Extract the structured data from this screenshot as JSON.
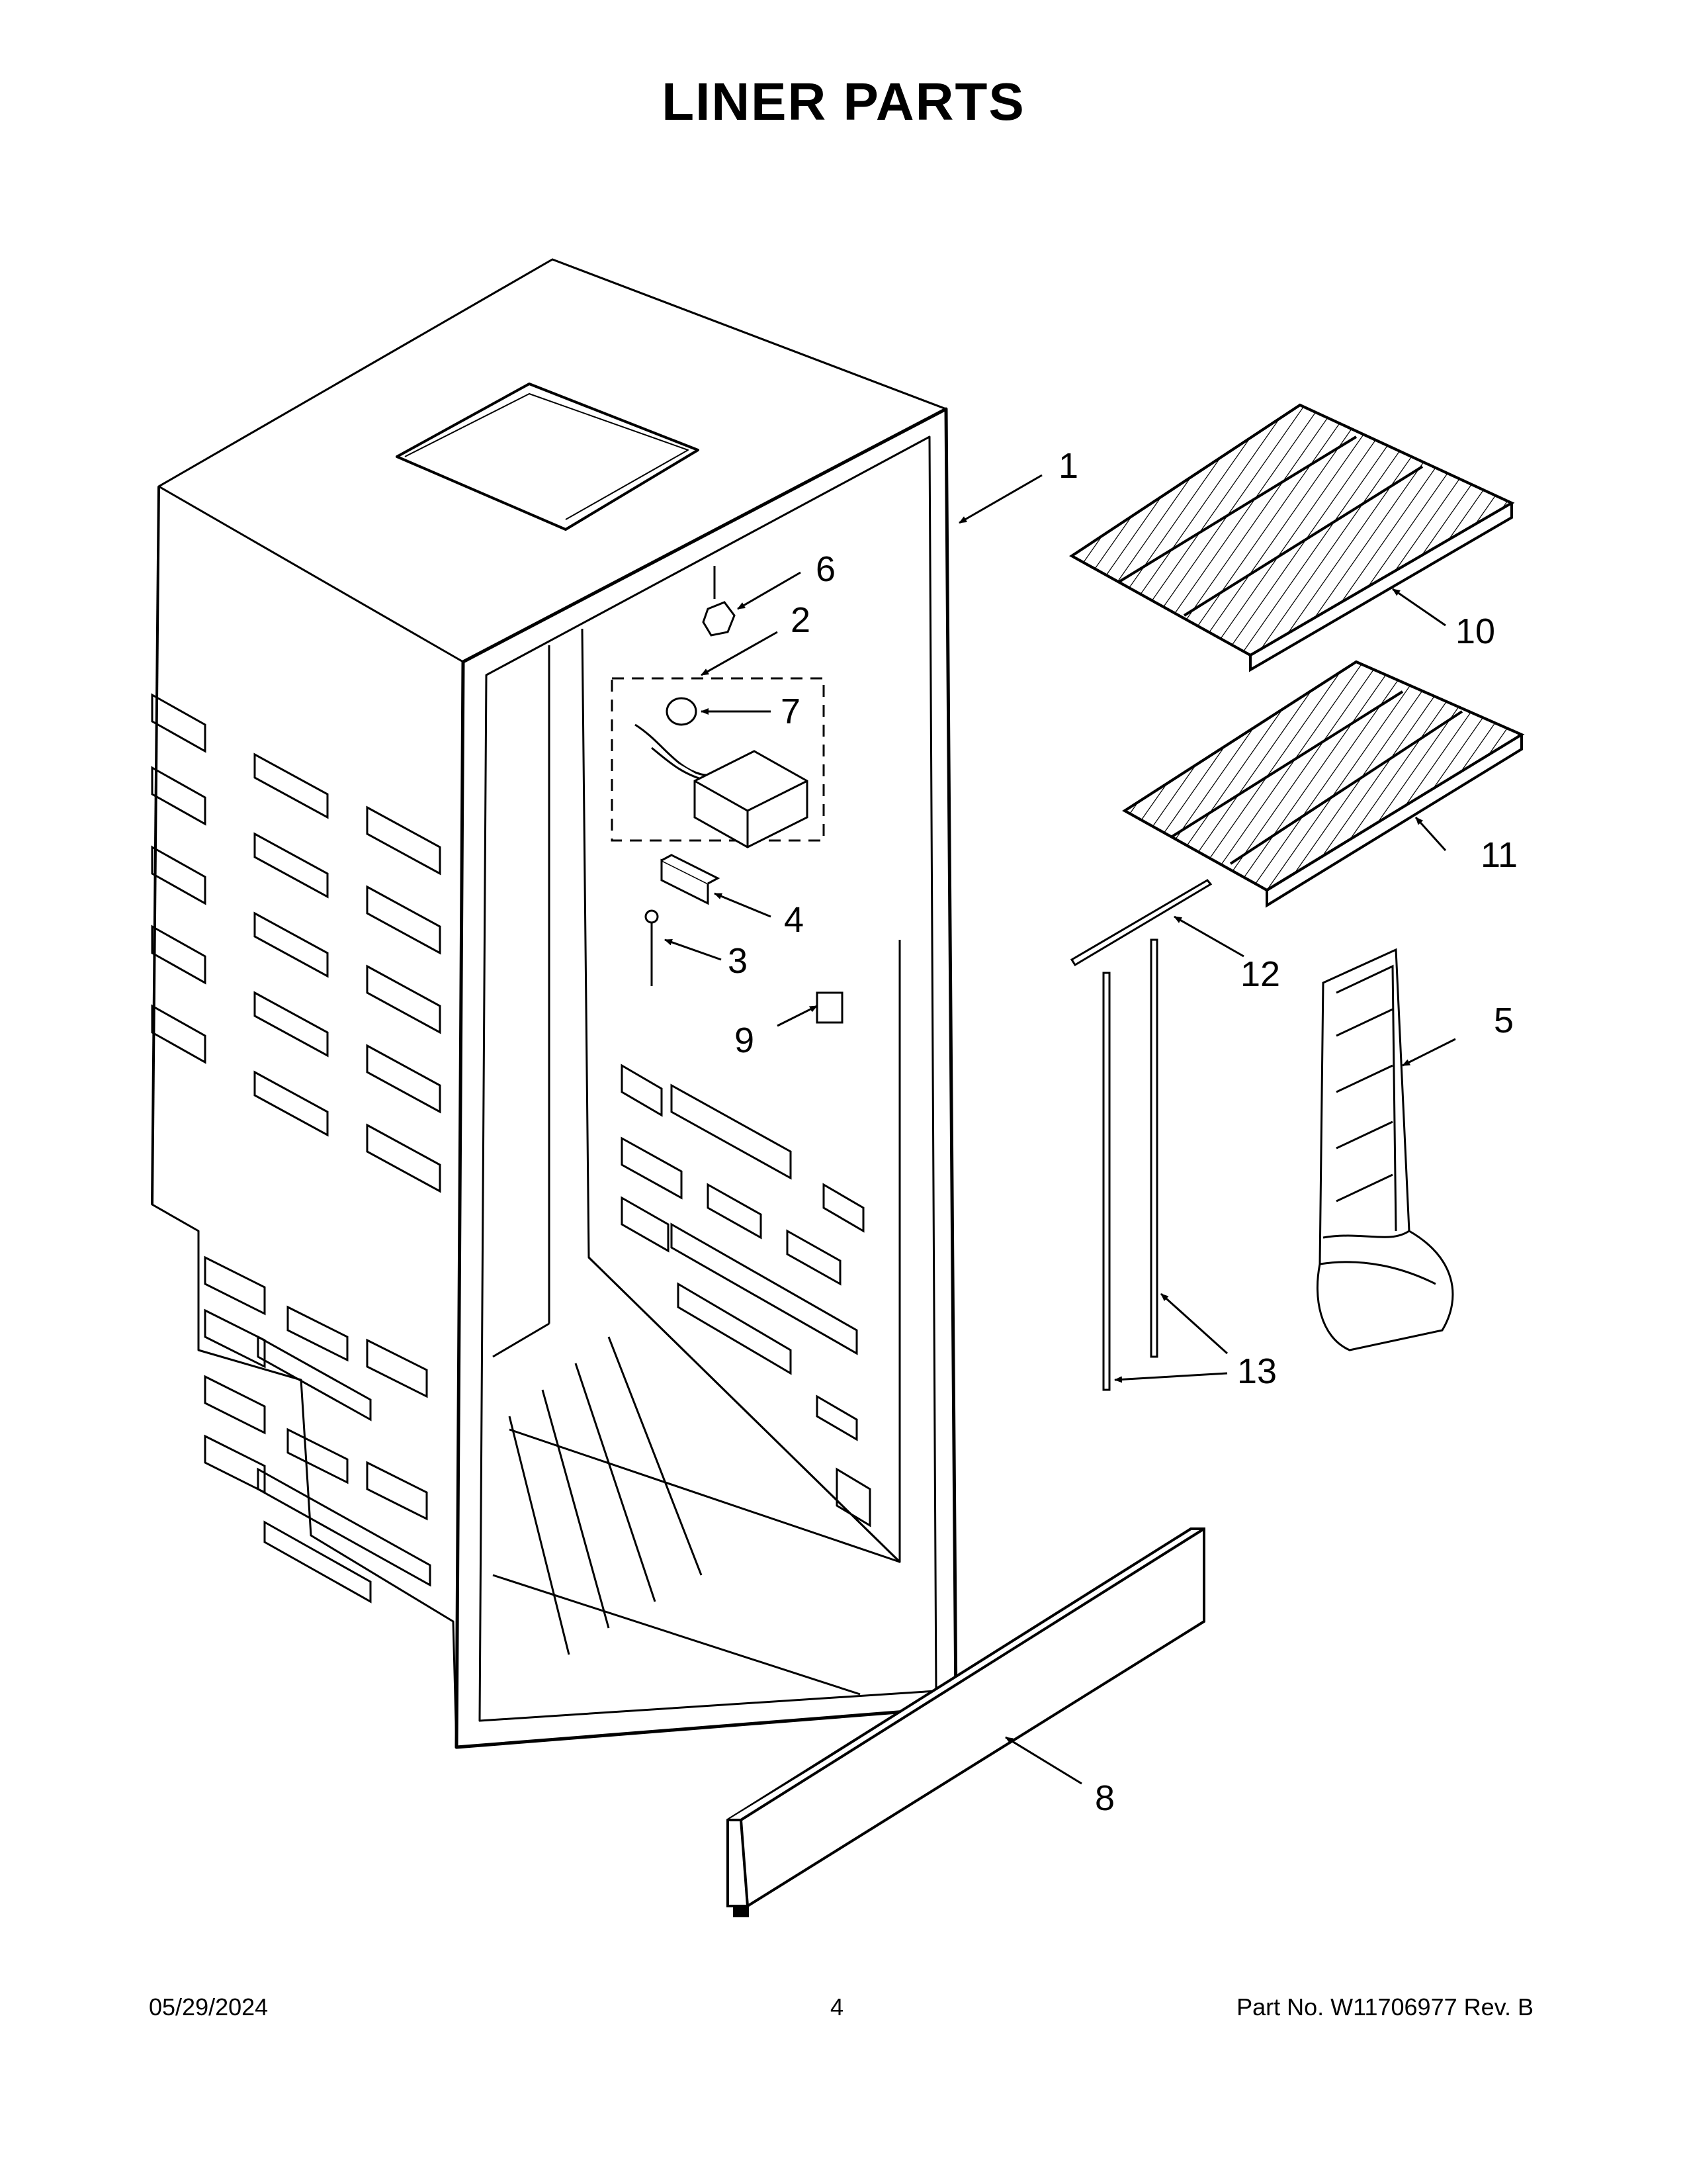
{
  "page": {
    "title": "LINER PARTS",
    "footer": {
      "date": "05/29/2024",
      "page_number": "4",
      "part_number": "Part No.  W11706977  Rev.  B"
    }
  },
  "callouts": [
    {
      "id": "1"
    },
    {
      "id": "2"
    },
    {
      "id": "3"
    },
    {
      "id": "4"
    },
    {
      "id": "5"
    },
    {
      "id": "6"
    },
    {
      "id": "7"
    },
    {
      "id": "8"
    },
    {
      "id": "9"
    },
    {
      "id": "10"
    },
    {
      "id": "11"
    },
    {
      "id": "12"
    },
    {
      "id": "13"
    }
  ]
}
